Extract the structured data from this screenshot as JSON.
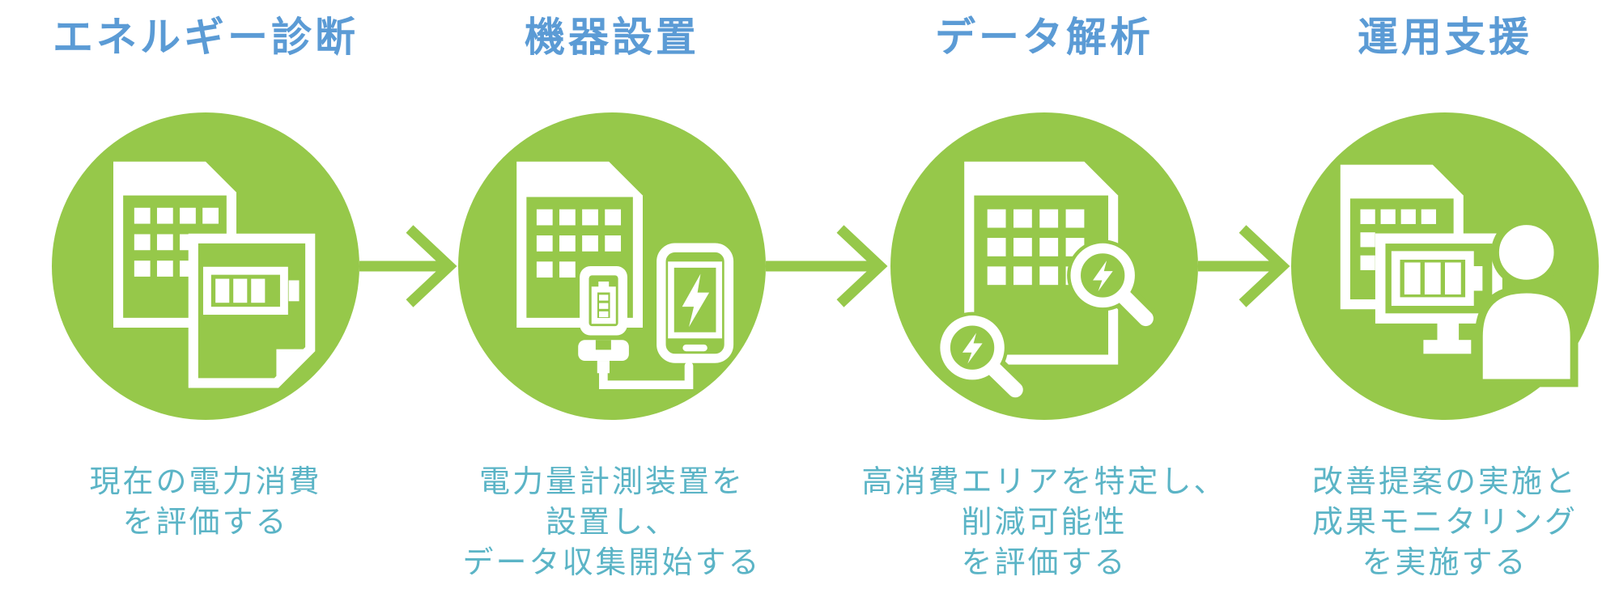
{
  "colors": {
    "green": "#96C84A",
    "title_blue": "#5B9BD5",
    "desc_teal": "#5BB4C6",
    "background": "#FFFFFF",
    "icon_white": "#FFFFFF"
  },
  "steps": [
    {
      "title": "エネルギー診断",
      "icon": "building-report-battery-icon",
      "desc_lines": [
        "現在の電力消費",
        "を評価する"
      ]
    },
    {
      "title": "機器設置",
      "icon": "building-power-meter-smartphone-icon",
      "desc_lines": [
        "電力量計測装置を",
        "設置し、",
        "データ収集開始する"
      ]
    },
    {
      "title": "データ解析",
      "icon": "building-magnifier-lightning-icon",
      "desc_lines": [
        "高消費エリアを特定し、",
        "削減可能性",
        "を評価する"
      ]
    },
    {
      "title": "運用支援",
      "icon": "building-battery-monitor-person-icon",
      "desc_lines": [
        "改善提案の実施と",
        "成果モニタリング",
        "を実施する"
      ]
    }
  ],
  "arrows": [
    {
      "name": "flow-arrow-1"
    },
    {
      "name": "flow-arrow-2"
    },
    {
      "name": "flow-arrow-3"
    }
  ]
}
